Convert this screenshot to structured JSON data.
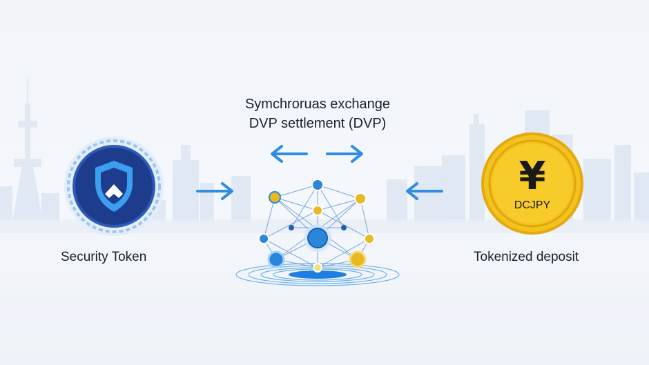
{
  "title": {
    "line1": "Symchroruas exchange",
    "line2": "DVP settlement (DVP)"
  },
  "left_node": {
    "label": "Security Token",
    "icon": "shield-icon"
  },
  "right_node": {
    "label": "Tokenized deposit",
    "coin_symbol": "¥",
    "coin_text": "DCJPY",
    "icon": "yen-coin-icon"
  },
  "center_node": {
    "icon": "network-graph-icon"
  },
  "colors": {
    "arrow": "#2f8de4",
    "shield_bg": "#1f3a8a",
    "coin_gold": "#f2c01e",
    "node_gold": "#e8b923",
    "node_blue": "#2a86d8",
    "skyline": "#dbe6f2"
  }
}
